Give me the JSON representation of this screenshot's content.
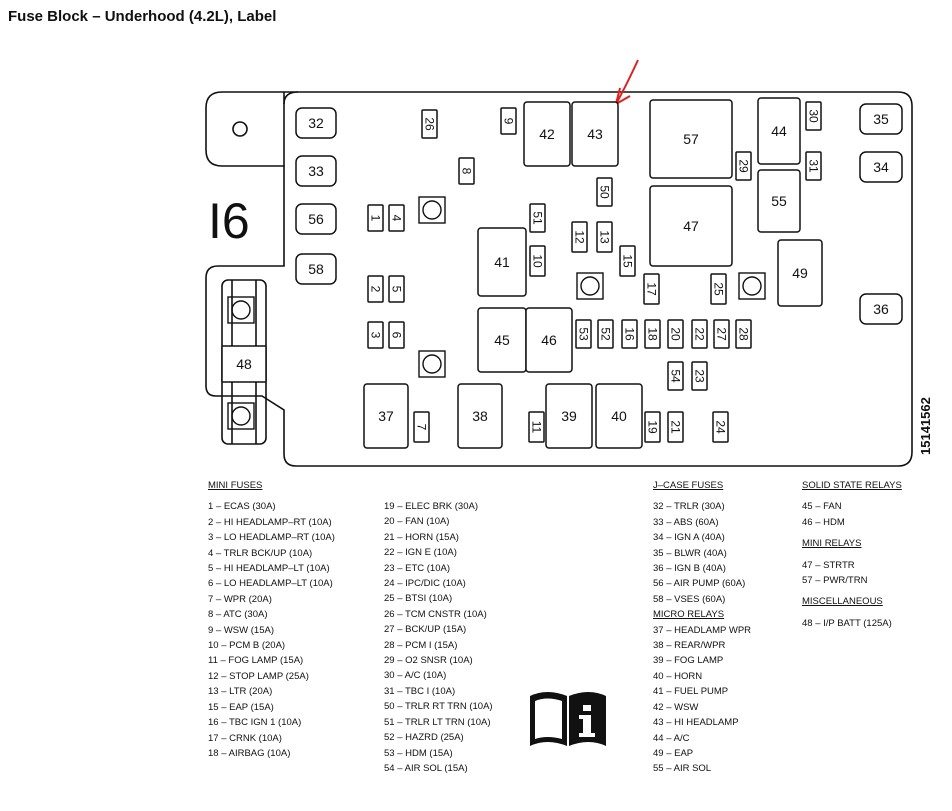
{
  "title": "Fuse Block – Underhood (4.2L), Label",
  "block_marking": "I6",
  "part_number": "15141562",
  "colors": {
    "line": "#111111",
    "annotation": "#e02020",
    "background": "#ffffff"
  },
  "icon": "manual-info-icon",
  "boxes": {
    "f1": "1",
    "f2": "2",
    "f3": "3",
    "f4": "4",
    "f5": "5",
    "f6": "6",
    "f7": "7",
    "f8": "8",
    "f9": "9",
    "f10": "10",
    "f11": "11",
    "f12": "12",
    "f13": "13",
    "f15": "15",
    "f16": "16",
    "f17": "17",
    "f18": "18",
    "f19": "19",
    "f20": "20",
    "f21": "21",
    "f22": "22",
    "f23": "23",
    "f24": "24",
    "f25": "25",
    "f26": "26",
    "f27": "27",
    "f28": "28",
    "f29": "29",
    "f30": "30",
    "f31": "31",
    "f32": "32",
    "f33": "33",
    "f34": "34",
    "f35": "35",
    "f36": "36",
    "r37": "37",
    "r38": "38",
    "r39": "39",
    "r40": "40",
    "r41": "41",
    "r42": "42",
    "r43": "43",
    "r44": "44",
    "r45": "45",
    "r46": "46",
    "r47": "47",
    "f48": "48",
    "r49": "49",
    "f50": "50",
    "f51": "51",
    "f52": "52",
    "f53": "53",
    "f54": "54",
    "r55": "55",
    "f56": "56",
    "r57": "57",
    "f58": "58"
  },
  "legend": {
    "mini_fuses": {
      "heading": "MINI FUSES",
      "col1": [
        "1 – ECAS (30A)",
        "2 – HI HEADLAMP–RT (10A)",
        "3 – LO HEADLAMP–RT (10A)",
        "4 – TRLR BCK/UP (10A)",
        "5 – HI HEADLAMP–LT (10A)",
        "6 – LO HEADLAMP–LT (10A)",
        "7 – WPR (20A)",
        "8 – ATC (30A)",
        "9 – WSW (15A)",
        "10 – PCM B (20A)",
        "11 – FOG LAMP (15A)",
        "12 – STOP LAMP (25A)",
        "13 – LTR (20A)",
        "15 – EAP (15A)",
        "16 – TBC IGN 1 (10A)",
        "17 – CRNK (10A)",
        "18 – AIRBAG (10A)"
      ],
      "col2": [
        "19 – ELEC BRK (30A)",
        "20 – FAN (10A)",
        "21 – HORN (15A)",
        "22 – IGN E (10A)",
        "23 – ETC (10A)",
        "24 – IPC/DIC (10A)",
        "25 – BTSI (10A)",
        "26 – TCM CNSTR (10A)",
        "27 – BCK/UP (15A)",
        "28 – PCM I (15A)",
        "29 – O2 SNSR (10A)",
        "30 – A/C (10A)",
        "31 – TBC I (10A)",
        "50 – TRLR RT TRN (10A)",
        "51 – TRLR LT TRN (10A)",
        "52 – HAZRD (25A)",
        "53 – HDM (15A)",
        "54 – AIR SOL (15A)"
      ]
    },
    "jcase_fuses": {
      "heading": "J–CASE FUSES",
      "items": [
        "32 – TRLR (30A)",
        "33 – ABS (60A)",
        "34 – IGN A (40A)",
        "35 – BLWR (40A)",
        "36 – IGN B (40A)",
        "56 – AIR PUMP (60A)",
        "58 – VSES (60A)"
      ]
    },
    "micro_relays": {
      "heading": "MICRO RELAYS",
      "items": [
        "37 – HEADLAMP WPR",
        "38 – REAR/WPR",
        "39 – FOG LAMP",
        "40 – HORN",
        "41 – FUEL PUMP",
        "42 – WSW",
        "43 – HI HEADLAMP",
        "44 – A/C",
        "49 – EAP",
        "55 – AIR SOL"
      ]
    },
    "solid_state_relays": {
      "heading": "SOLID STATE RELAYS",
      "items": [
        "45 – FAN",
        "46 – HDM"
      ]
    },
    "mini_relays": {
      "heading": "MINI RELAYS",
      "items": [
        "47 – STRTR",
        "57 – PWR/TRN"
      ]
    },
    "miscellaneous": {
      "heading": "MISCELLANEOUS",
      "items": [
        "48 – I/P BATT (125A)"
      ]
    }
  }
}
